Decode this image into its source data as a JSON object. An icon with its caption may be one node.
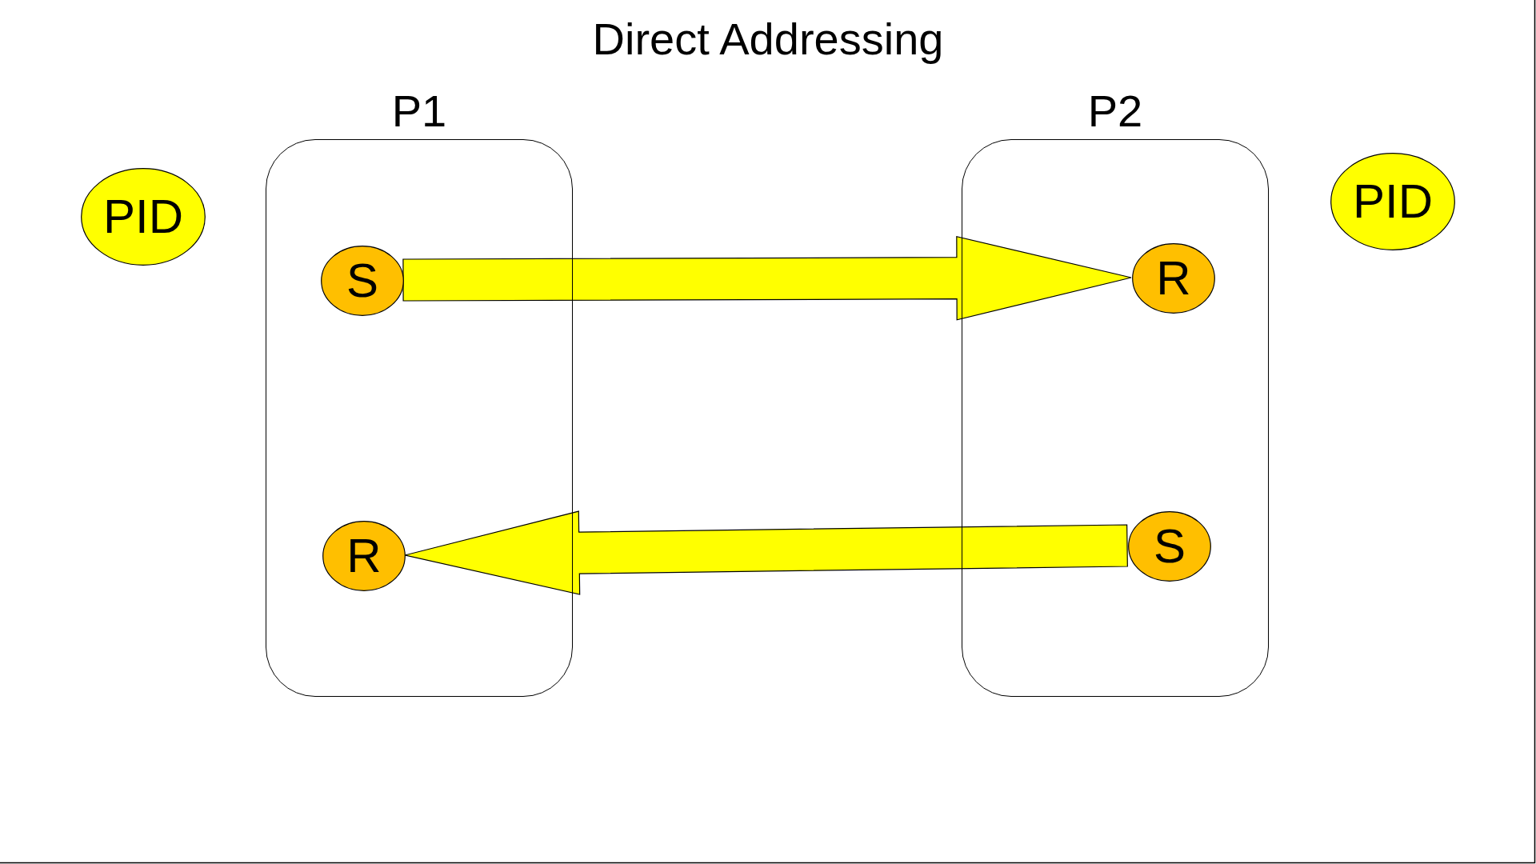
{
  "diagram": {
    "title": "Direct Addressing",
    "nodes": [
      {
        "text": [
          "PID"
        ]
      },
      {
        "text": [
          "P1"
        ]
      },
      {
        "text": [
          "S"
        ],
        "in": 1
      },
      {
        "text": [
          "R"
        ],
        "in": 1
      },
      {
        "text": [
          "P2"
        ]
      },
      {
        "text": [
          "R"
        ],
        "in": 4
      },
      {
        "text": [
          "S"
        ],
        "in": 4
      },
      {
        "text": [
          "PID"
        ]
      }
    ],
    "edges": [
      {
        "from": 2,
        "to": 5,
        "arrow": "to",
        "style": "thick",
        "color": "#ffff00"
      },
      {
        "from": 6,
        "to": 3,
        "arrow": "to",
        "style": "thick",
        "color": "#ffff00"
      }
    ]
  }
}
